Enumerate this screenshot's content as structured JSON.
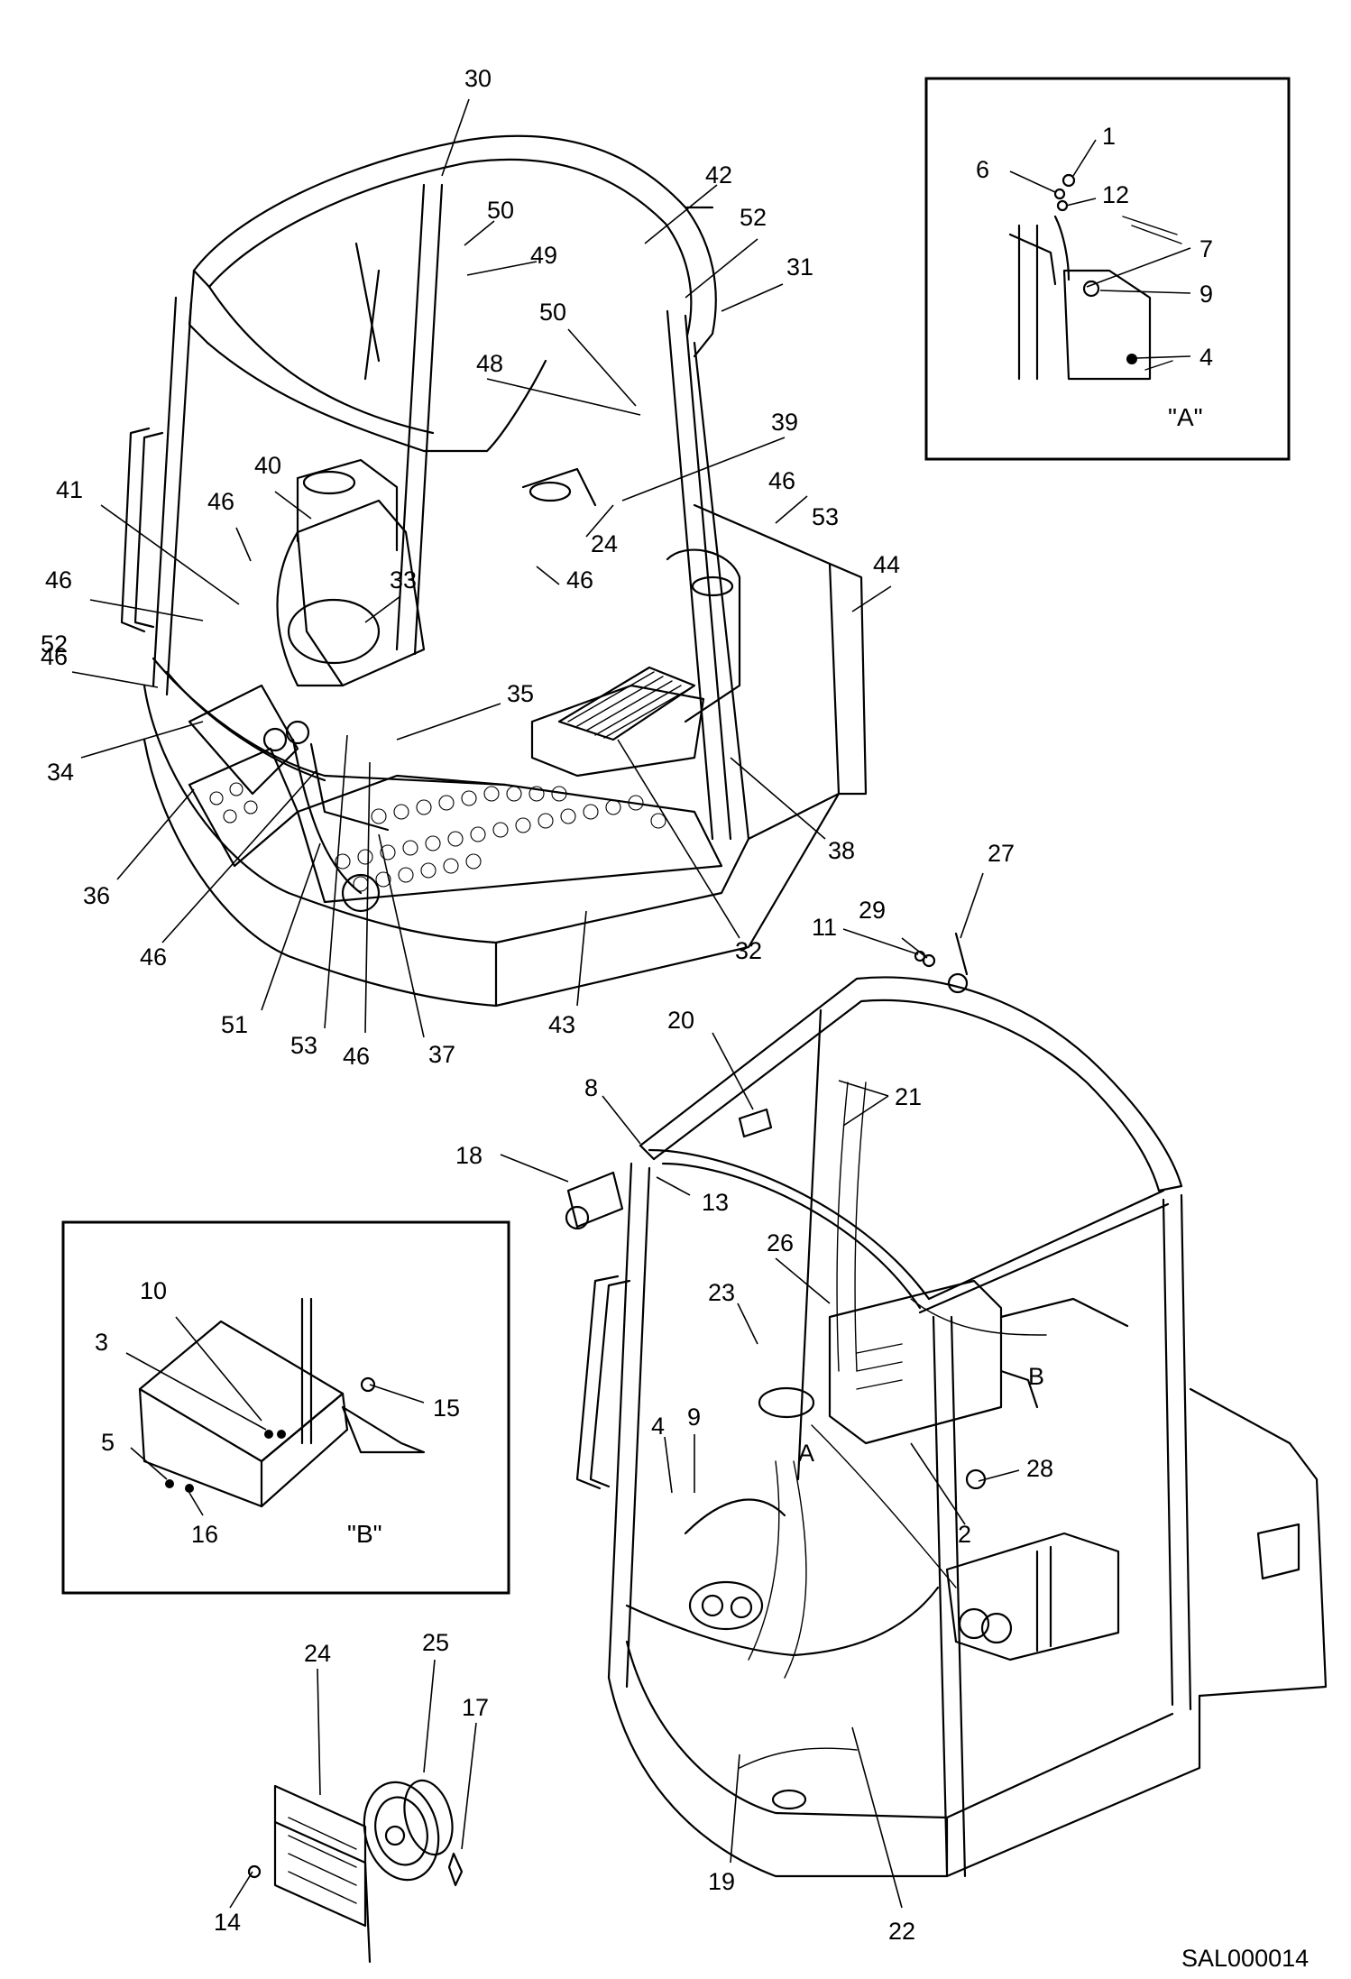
{
  "drawing_code": "SAL000014",
  "detail_a": {
    "caption": "\"A\"",
    "labels": [
      "1",
      "6",
      "12",
      "7",
      "9",
      "4"
    ]
  },
  "detail_b": {
    "caption": "\"B\"",
    "labels": [
      "10",
      "3",
      "15",
      "5",
      "16"
    ]
  },
  "upper_cab": {
    "labels": [
      "30",
      "42",
      "52",
      "50",
      "49",
      "31",
      "50",
      "48",
      "39",
      "40",
      "41",
      "46",
      "46",
      "24",
      "46",
      "46",
      "53",
      "44",
      "33",
      "46",
      "52",
      "35",
      "34",
      "36",
      "38",
      "46",
      "51",
      "53",
      "46",
      "37",
      "43",
      "32"
    ]
  },
  "lower_cab": {
    "labels": [
      "27",
      "29",
      "11",
      "20",
      "21",
      "8",
      "18",
      "13",
      "26",
      "23",
      "B",
      "4",
      "9",
      "A",
      "28",
      "2",
      "19",
      "22"
    ]
  },
  "speaker_group": {
    "labels": [
      "24",
      "25",
      "17",
      "14"
    ]
  }
}
